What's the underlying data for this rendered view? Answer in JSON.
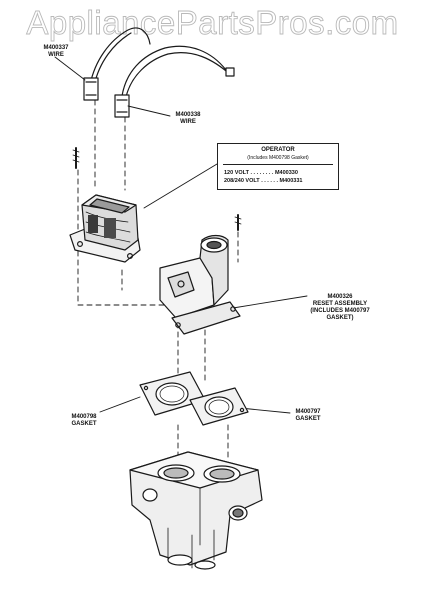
{
  "watermark": "AppliancePartsPros.com",
  "labels": {
    "wire_left": [
      "M400337",
      "WIRE"
    ],
    "wire_right": [
      "M400338",
      "WIRE"
    ],
    "reset_assembly": [
      "M400326",
      "RESET ASSEMBLY",
      "(Includes M400797",
      "GASKET)"
    ],
    "gasket_left": [
      "M400798",
      "GASKET"
    ],
    "gasket_right": [
      "M400797",
      "GASKET"
    ]
  },
  "operator_box": {
    "title": "OPERATOR",
    "subtitle": "(Includes M400798 Gasket)",
    "rows": [
      "120 VOLT . . . . . . . . M400330",
      "208/240 VOLT . . . . . . M400331"
    ]
  },
  "colors": {
    "ink": "#111111",
    "watermark_outline": "#b9b9b9"
  }
}
